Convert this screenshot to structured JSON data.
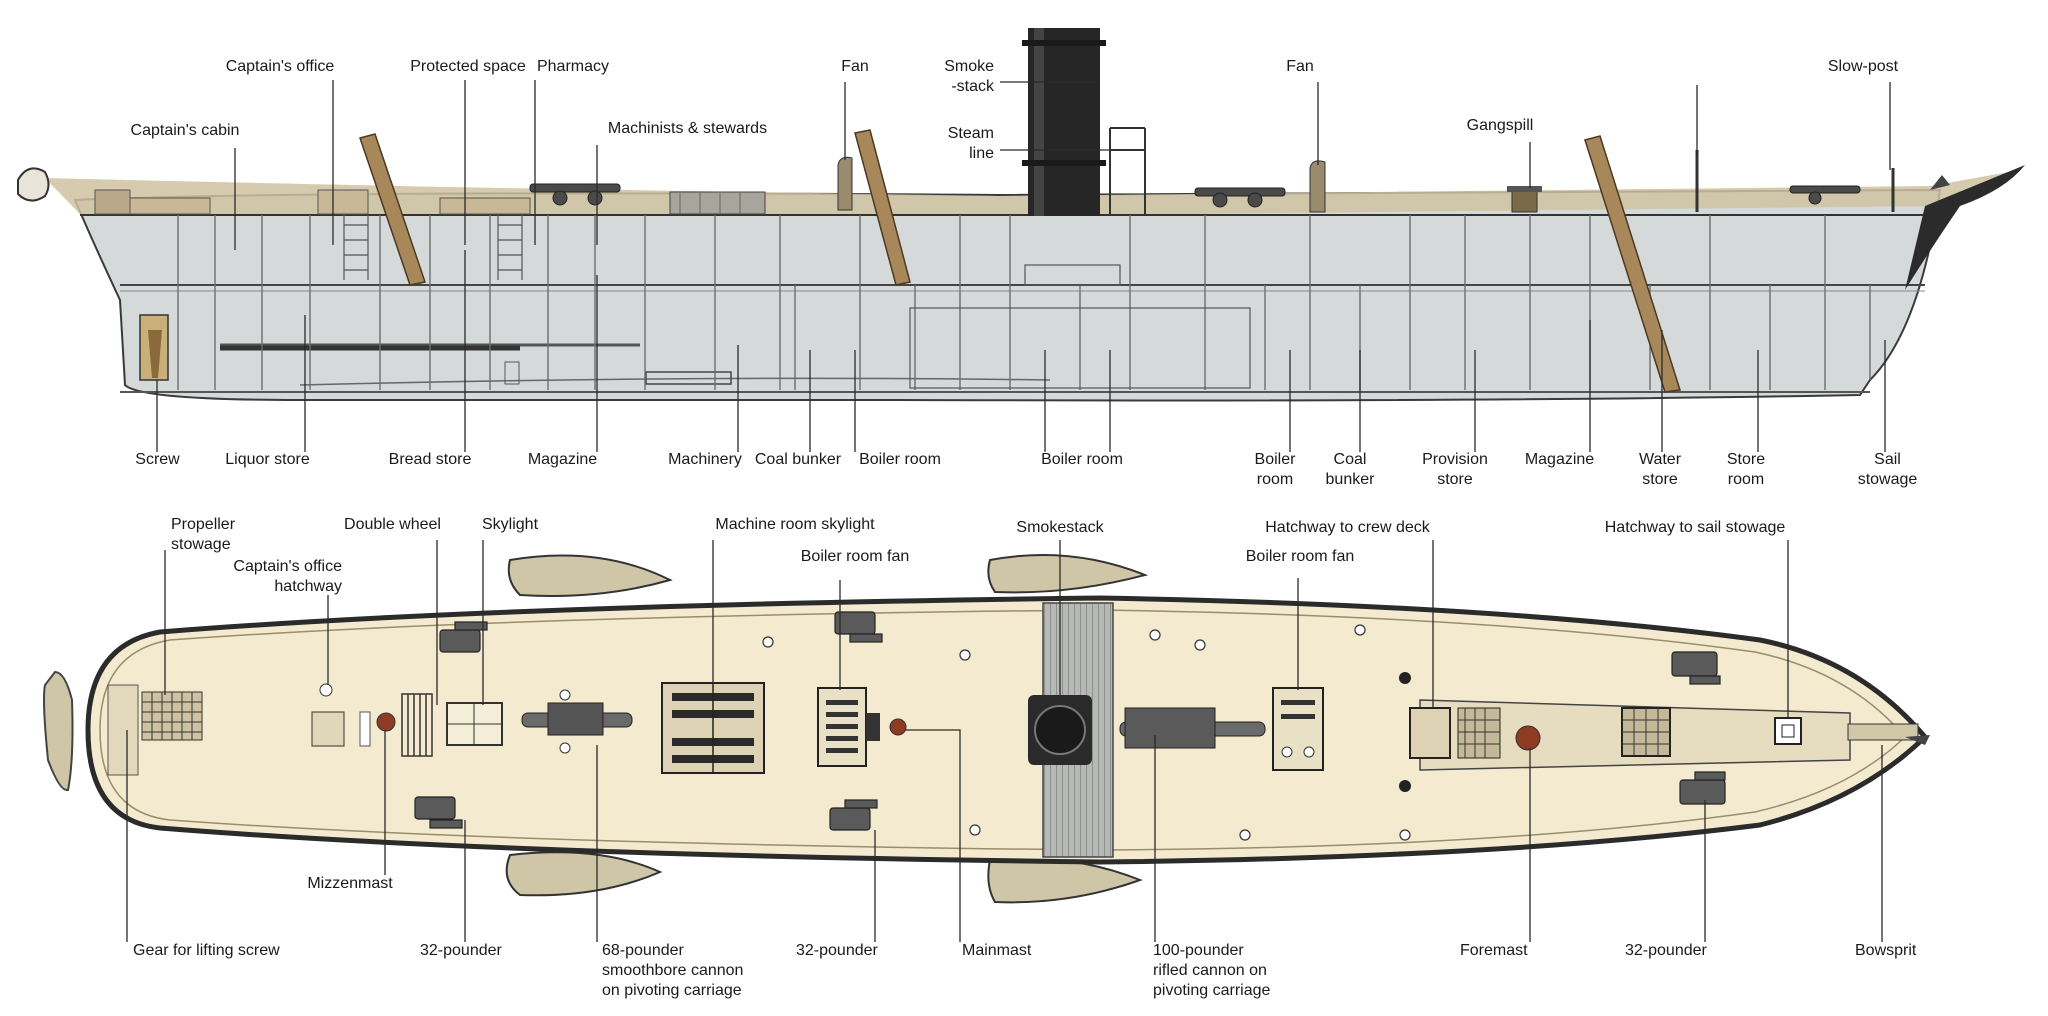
{
  "profile_labels": {
    "captains_cabin": "Captain's cabin",
    "captains_office": "Captain's office",
    "protected_space": "Protected space",
    "pharmacy": "Pharmacy",
    "machinists_stewards": "Machinists & stewards",
    "fan_aft": "Fan",
    "smokestack": "Smoke\n-stack",
    "steam_line": "Steam\nline",
    "fan_fwd": "Fan",
    "gangspill": "Gangspill",
    "slow_post": "Slow-post",
    "screw": "Screw",
    "liquor_store": "Liquor store",
    "bread_store": "Bread store",
    "magazine_aft": "Magazine",
    "machinery": "Machinery",
    "coal_bunker_aft": "Coal bunker",
    "boiler_room_aft": "Boiler room",
    "boiler_room_mid": "Boiler room",
    "boiler_room_fwd": "Boiler\nroom",
    "coal_bunker_fwd": "Coal\nbunker",
    "provision_store": "Provision\nstore",
    "magazine_fwd": "Magazine",
    "water_store": "Water\nstore",
    "store_room": "Store\nroom",
    "sail_stowage": "Sail\nstowage"
  },
  "plan_labels": {
    "propeller_stowage": "Propeller\nstowage",
    "captains_office_hatchway": "Captain's office\nhatchway",
    "double_wheel": "Double wheel",
    "skylight": "Skylight",
    "machine_room_skylight": "Machine room skylight",
    "boiler_room_fan_aft": "Boiler room fan",
    "smokestack": "Smokestack",
    "boiler_room_fan_fwd": "Boiler room fan",
    "hatchway_crew_deck": "Hatchway to crew deck",
    "hatchway_sail_stowage": "Hatchway to sail stowage",
    "mizzenmast": "Mizzenmast",
    "gear_lifting_screw": "Gear for lifting screw",
    "pounder_32_aft": "32-pounder",
    "pounder_68": "68-pounder\nsmoothbore cannon\non pivoting carriage",
    "pounder_32_mid": "32-pounder",
    "mainmast": "Mainmast",
    "pounder_100": "100-pounder\nrifled cannon on\npivoting carriage",
    "foremast": "Foremast",
    "pounder_32_fwd": "32-pounder",
    "bowsprit": "Bowsprit"
  },
  "colors": {
    "hull_interior": "#d5d9da",
    "hull_dark": "#2b2b2b",
    "deck": "#f3ead0",
    "deck_shadow": "#c8b993",
    "mast": "#a8885a",
    "boat": "#cfc6a8",
    "funnel": "#262626"
  }
}
